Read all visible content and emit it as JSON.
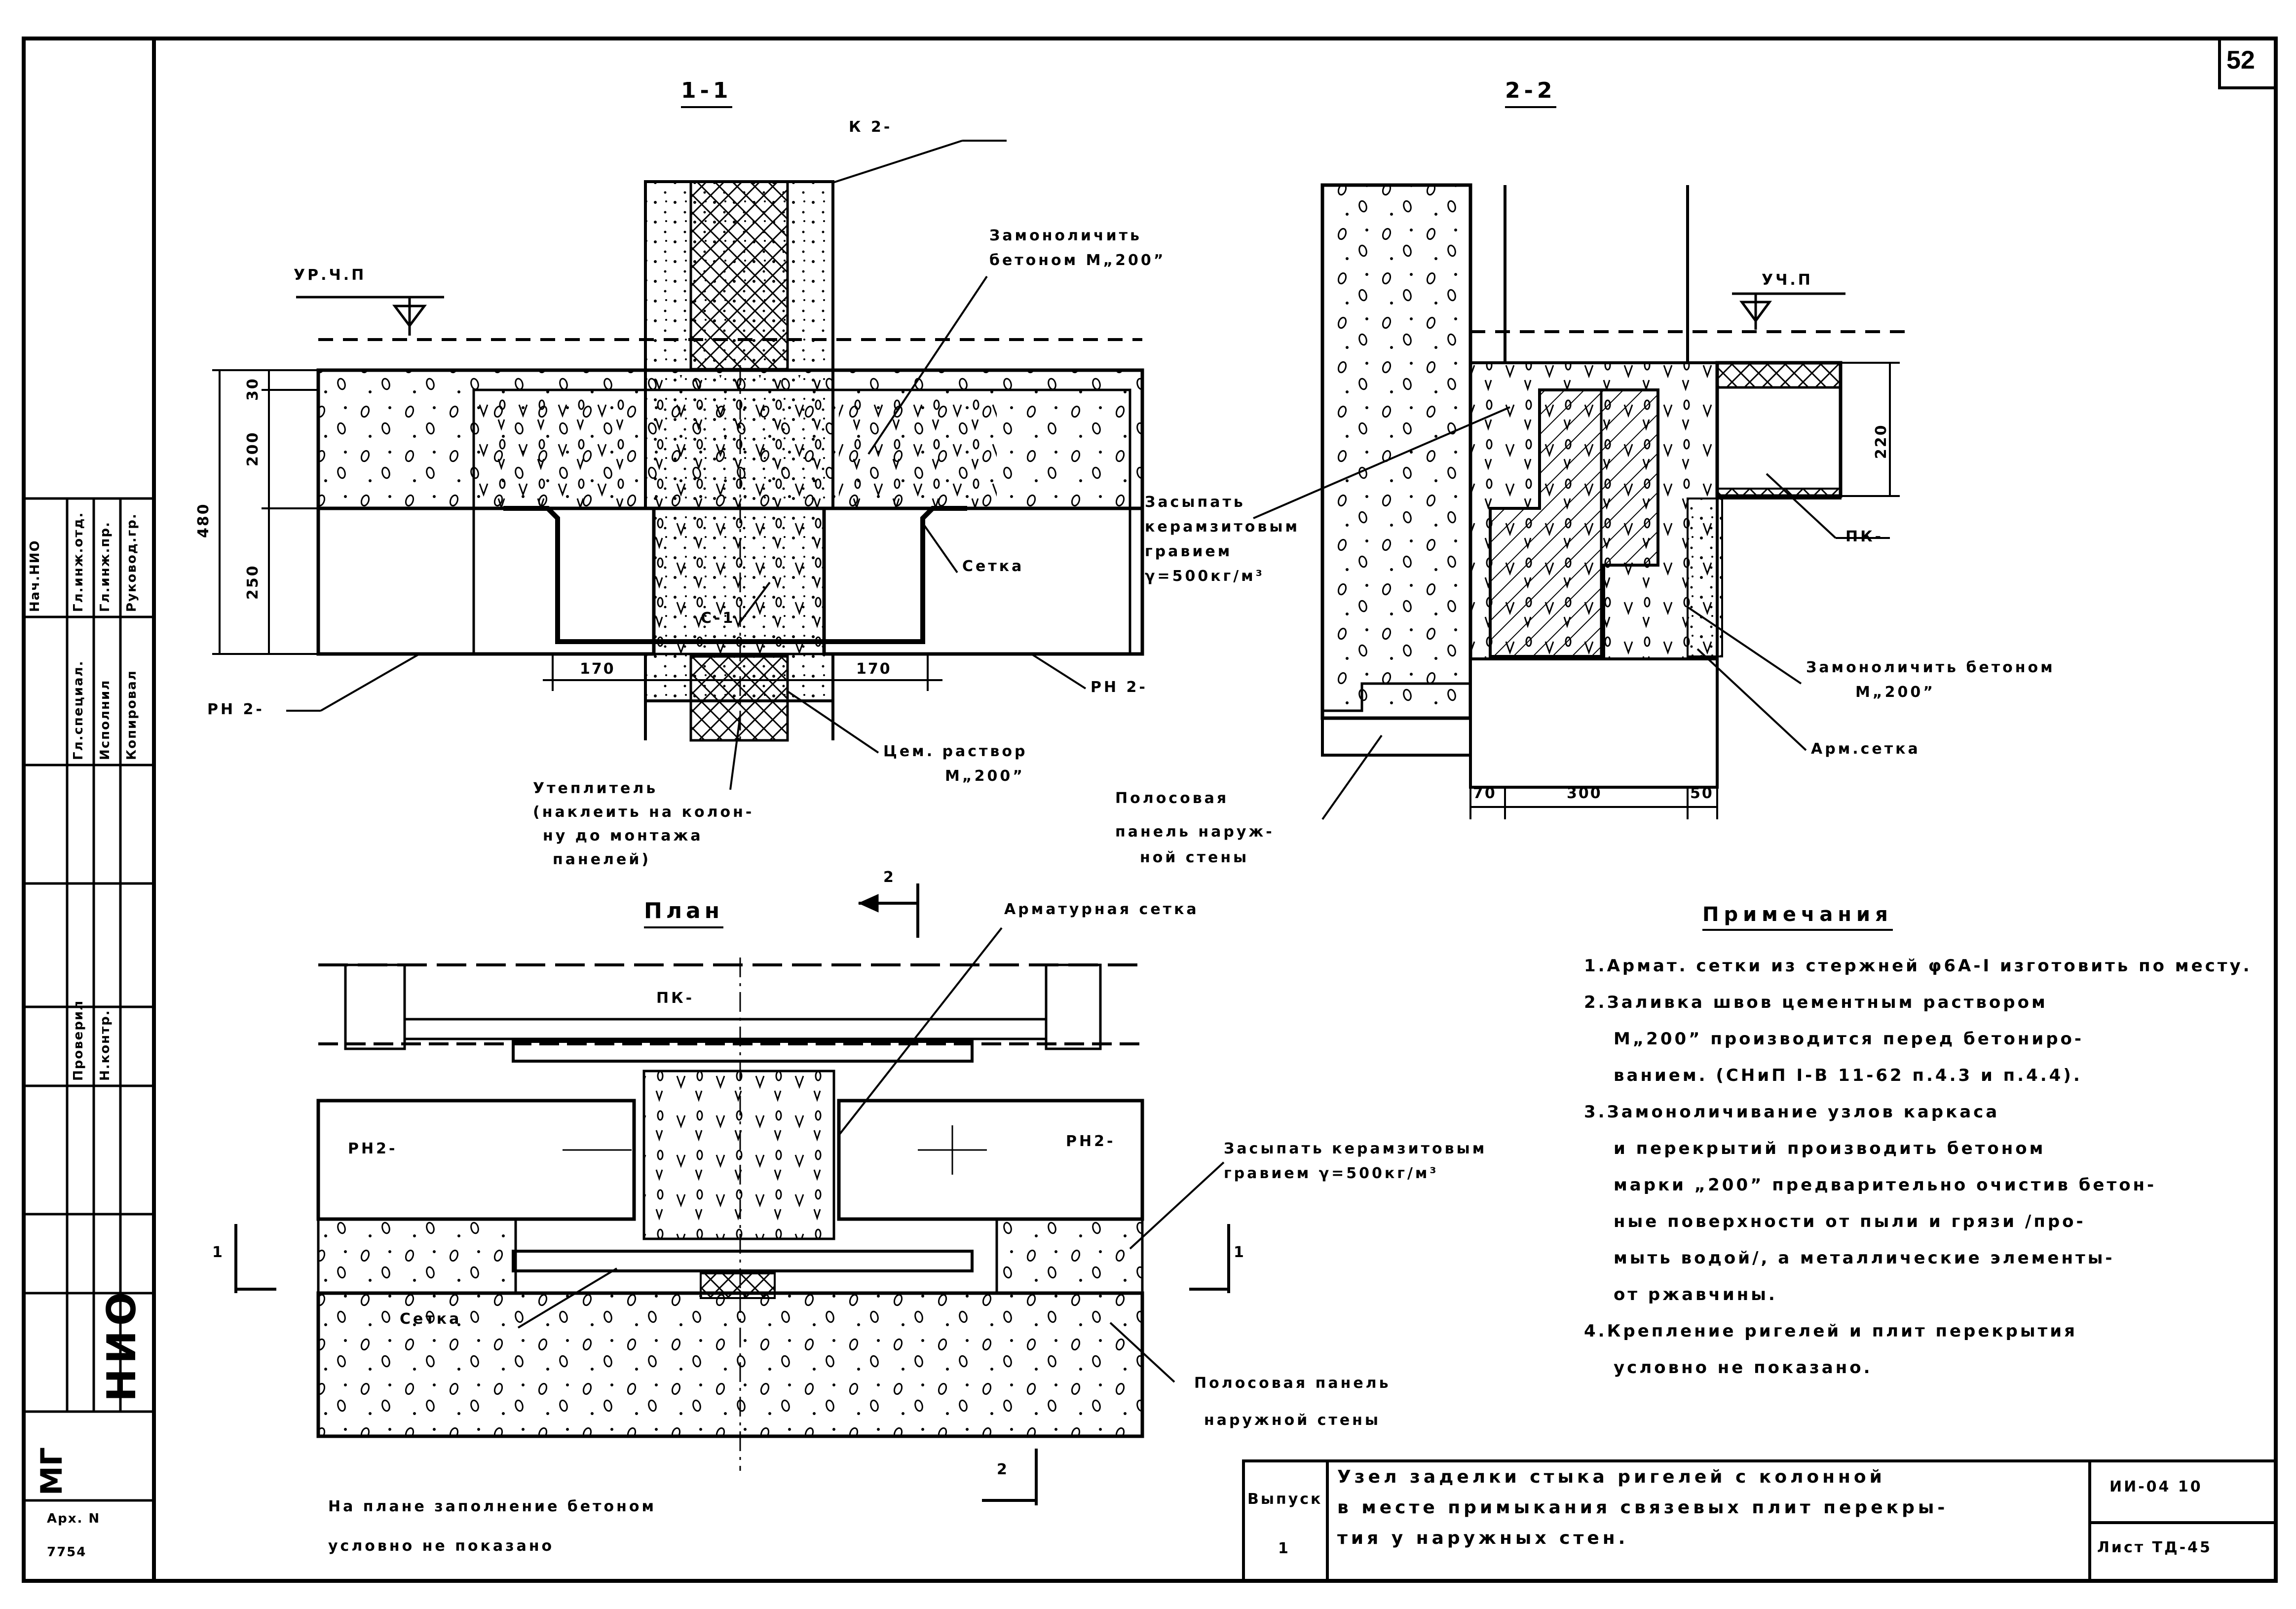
{
  "sheet_number": "52",
  "section_1": {
    "title": "1-1",
    "labels": {
      "k2": "К 2-",
      "level": "УР.Ч.П",
      "monolith": [
        "Замоноличить",
        "бетоном М„200”"
      ],
      "backfill": [
        "Засыпать",
        "керамзитовым",
        "гравием",
        "γ=500кг/м³"
      ],
      "mesh": "Сетка",
      "c1": "С-1",
      "ph2_left": "РН 2-",
      "ph2_right": "РН 2-",
      "insulation": [
        "Утеплитель",
        "(наклеить на колон-",
        "ну до монтажа",
        "панелей)"
      ],
      "mortar": [
        "Цем. раствор",
        "М„200”"
      ]
    },
    "dims": {
      "d30": "30",
      "d200": "200",
      "d250": "250",
      "d480": "480",
      "d170_l": "170",
      "d170_r": "170"
    }
  },
  "section_2": {
    "title": "2-2",
    "labels": {
      "level": "УЧ.П",
      "pk": "ПК-",
      "monolith": [
        "Замоноличить бетоном",
        "М„200”"
      ],
      "arm_mesh": "Арм.сетка",
      "strip_panel": [
        "Полосовая",
        "панель наруж-",
        "ной стены"
      ]
    },
    "dims": {
      "d220": "220",
      "d70": "70",
      "d300": "300",
      "d50": "50"
    }
  },
  "plan": {
    "title": "План",
    "labels": {
      "arm_mesh": "Арматурная сетка",
      "pk": "ПК-",
      "ph2_left": "РН2-",
      "ph2_right": "РН2-",
      "backfill": [
        "Засыпать керамзитовым",
        "гравием γ=500кг/м³"
      ],
      "mesh": "Сетка",
      "strip_panel": [
        "Полосовая панель",
        "наружной стены"
      ]
    },
    "cut_marks": {
      "top": "2",
      "bottom": "2",
      "left": "1",
      "right": "1"
    },
    "note": [
      "На плане заполнение бетоном",
      "условно не показано"
    ]
  },
  "notes": {
    "title": "Примечания",
    "items": [
      [
        "1.Армат. сетки из стержней φ6А-I изготовить по месту."
      ],
      [
        "2.Заливка швов цементным раствором",
        "М„200” производится перед бетониро-",
        "ванием. (СНиП I-В 11-62 п.4.3 и п.4.4)."
      ],
      [
        "3.Замоноличивание узлов каркаса",
        "и перекрытий производить бетоном",
        "марки „200” предварительно очистив бетон-",
        "ные поверхности от пыли и грязи /про-",
        "мыть водой/, а металлические элементы-",
        "от ржавчины."
      ],
      [
        "4.Крепление ригелей и плит перекрытия",
        "условно не показано."
      ]
    ]
  },
  "title_block": {
    "issue_label": "Выпуск",
    "issue_value": "1",
    "title": [
      "Узел заделки стыка ригелей с колонной",
      "в месте примыкания связевых плит перекры-",
      "тия у наружных стен."
    ],
    "series": "ИИ-04 10",
    "sheet": "Лист ТД-45"
  },
  "side_stamp": {
    "org": "НИО",
    "code": "МГ",
    "inv_label": "Арх. N",
    "inv_value": "7754",
    "roles": [
      "Нач.НИО",
      "Гл.инж.отд.",
      "Гл.инж.пр.",
      "Руковод.гр.",
      "Гл.специал.",
      "Исполнил",
      "Копировал",
      "Проверил",
      "Н.контр."
    ]
  }
}
